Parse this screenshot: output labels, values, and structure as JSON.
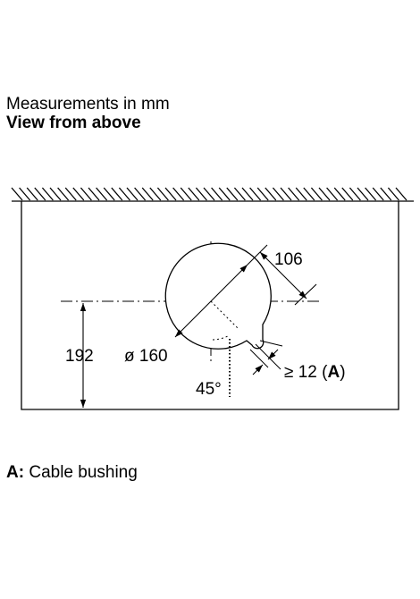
{
  "header": {
    "units_line": "Measurements in mm",
    "view_line": "View from above"
  },
  "dimensions": {
    "height_from_bottom": "192",
    "diameter": "ø 160",
    "offset": "106",
    "angle": "45°",
    "gap_prefix": "≥ 12 (",
    "gap_marker": "A",
    "gap_suffix": ")"
  },
  "legend": {
    "key": "A:",
    "text": " Cable bushing"
  }
}
